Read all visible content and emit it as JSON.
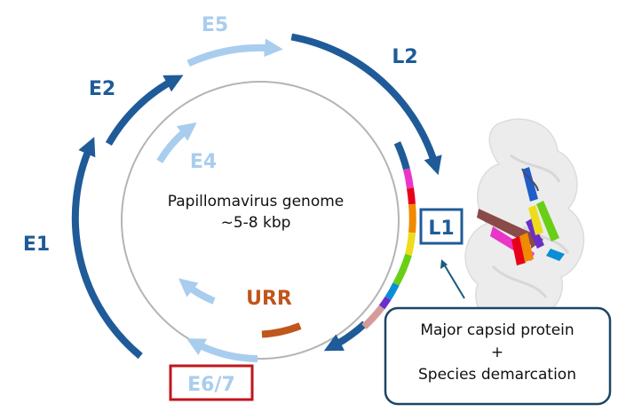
{
  "genome": {
    "title": "Papillomavirus genome",
    "size": "~5-8 kbp"
  },
  "genes": {
    "e1": "E1",
    "e2": "E2",
    "e4": "E4",
    "e5": "E5",
    "e67": "E6/7",
    "l1": "L1",
    "l2": "L2",
    "urr": "URR"
  },
  "callout": {
    "line1": "Major capsid protein",
    "line2": "+",
    "line3": "Species demarcation"
  },
  "colors": {
    "dark_blue": "#1f5b98",
    "light_blue": "#a9cdee",
    "urr_orange": "#c0561c",
    "e67_box_red": "#c0161c",
    "circle_grey": "#b4b4b4",
    "l1_domain_segments": [
      "#1f5b98",
      "#e935c8",
      "#e8001a",
      "#f08a00",
      "#eddc1c",
      "#69cf16",
      "#0a8ed6",
      "#6b2fc9",
      "#d59b9b"
    ]
  }
}
